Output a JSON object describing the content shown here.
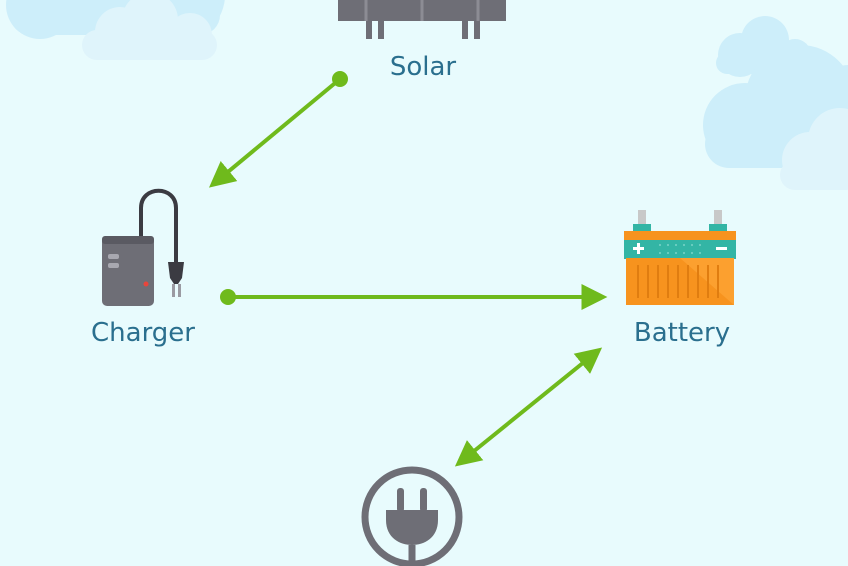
{
  "nodes": {
    "solar": {
      "label": "Solar",
      "icon": "solar-panel-icon"
    },
    "charger": {
      "label": "Charger",
      "icon": "charger-icon"
    },
    "battery": {
      "label": "Battery",
      "icon": "battery-icon"
    },
    "grid": {
      "label": "",
      "icon": "plug-icon"
    }
  },
  "edges": [
    {
      "from": "solar",
      "to": "charger",
      "direction": "one-way"
    },
    {
      "from": "charger",
      "to": "battery",
      "direction": "one-way"
    },
    {
      "from": "battery",
      "to": "grid",
      "direction": "two-way"
    }
  ],
  "colors": {
    "background": "#e8fbfd",
    "arrow": "#6fba1c",
    "label": "#2a6f8e",
    "cloud": "#cdeefa",
    "battery_body": "#f7931e",
    "battery_band": "#33b5a5",
    "device_gray": "#6e6e76"
  }
}
